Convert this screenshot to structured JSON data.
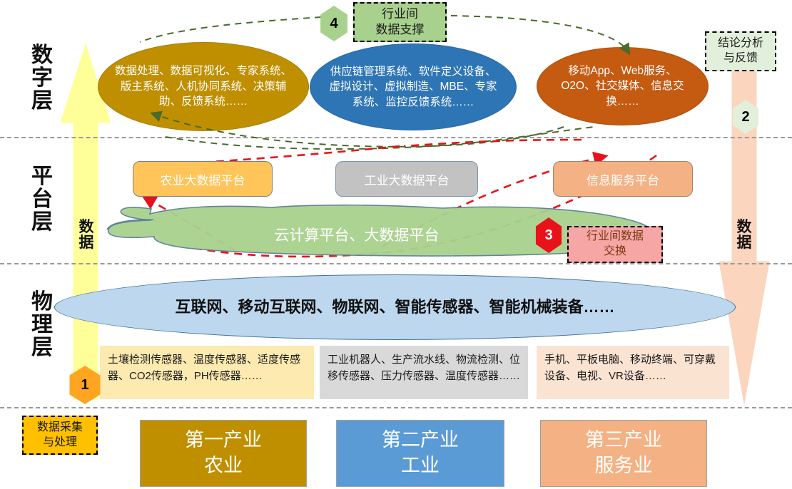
{
  "layers": [
    {
      "id": "digital",
      "label": "数 字 层"
    },
    {
      "id": "platform",
      "label": "平 台 层"
    },
    {
      "id": "physical",
      "label": "物 理 层"
    }
  ],
  "digital_layer": {
    "ellipses": [
      {
        "id": "agri-digital",
        "text": "数据处理、数据可视化、专家系统、版主系统、人机协同系统、决策辅助、反馈系统……",
        "color": "#bf8f00"
      },
      {
        "id": "industry-digital",
        "text": "供应链管理系统、软件定义设备、虚拟设计、虚拟制造、MBE、专家系统、监控反馈系统……",
        "color": "#2e75b6"
      },
      {
        "id": "service-digital",
        "text": "移动App、Web服务、O2O、社交媒体、信息交换……",
        "color": "#c55a11"
      }
    ]
  },
  "platform_layer": {
    "platforms": [
      {
        "id": "agri-bigdata",
        "label": "农业大数据平台",
        "color": "#ffc45a"
      },
      {
        "id": "industry-bigdata",
        "label": "工业大数据平台",
        "color": "#c2c2c2"
      },
      {
        "id": "info-service",
        "label": "信息服务平台",
        "color": "#f4b183"
      }
    ],
    "cloud": {
      "label": "云计算平台、大数据平台",
      "color": "#a9d18e"
    }
  },
  "physical_layer": {
    "network": {
      "label": "互联网、移动互联网、物联网、智能传感器、智能机械装备……",
      "color": "#bdd7ee"
    },
    "sensor_boxes": [
      {
        "id": "agri-sensors",
        "text": "土壤检测传感器、温度传感器、适度传感器、CO2传感器，PH传感器……",
        "color": "#fdeab0"
      },
      {
        "id": "industry-sensors",
        "text": "工业机器人、生产流水线、物流检测、位移传感器、压力传感器、温度传感器……",
        "color": "#d9d9d9"
      },
      {
        "id": "service-sensors",
        "text": "手机、平板电脑、移动终端、可穿戴设备、电视、VR设备……",
        "color": "#fbe3d2"
      }
    ]
  },
  "industries": [
    {
      "id": "primary",
      "line1": "第一产业",
      "line2": "农业",
      "color": "#bf8f00"
    },
    {
      "id": "secondary",
      "line1": "第二产业",
      "line2": "工业",
      "color": "#5b9bd5"
    },
    {
      "id": "tertiary",
      "line1": "第三产业",
      "line2": "服务业",
      "color": "#f4b183"
    }
  ],
  "callouts": [
    {
      "id": "cross-industry-support",
      "line1": "行业间",
      "line2": "数据支撑",
      "color": "#a9d18e"
    },
    {
      "id": "conclusion-analysis",
      "line1": "结论分析",
      "line2": "与反馈",
      "color": "#e2efda"
    },
    {
      "id": "cross-industry-exchange",
      "line1": "行业间数据",
      "line2": "交换",
      "color": "#f7a6a6"
    },
    {
      "id": "data-collection",
      "line1": "数据采集",
      "line2": "与处理",
      "color": "#ffc000"
    }
  ],
  "step_markers": [
    {
      "id": "step-1",
      "number": "1",
      "color": "#ffa51f"
    },
    {
      "id": "step-2",
      "number": "2",
      "color": "#e2efda"
    },
    {
      "id": "step-3",
      "number": "3",
      "color": "#e8121b"
    },
    {
      "id": "step-4",
      "number": "4",
      "color": "#a9d18e"
    }
  ],
  "flow_arrows": [
    {
      "id": "data-up",
      "label_line1": "数",
      "label_line2": "据",
      "direction": "up",
      "color": "#ffff99"
    },
    {
      "id": "data-down",
      "label_line1": "数",
      "label_line2": "据",
      "direction": "down",
      "color": "#fbd5bd"
    }
  ]
}
